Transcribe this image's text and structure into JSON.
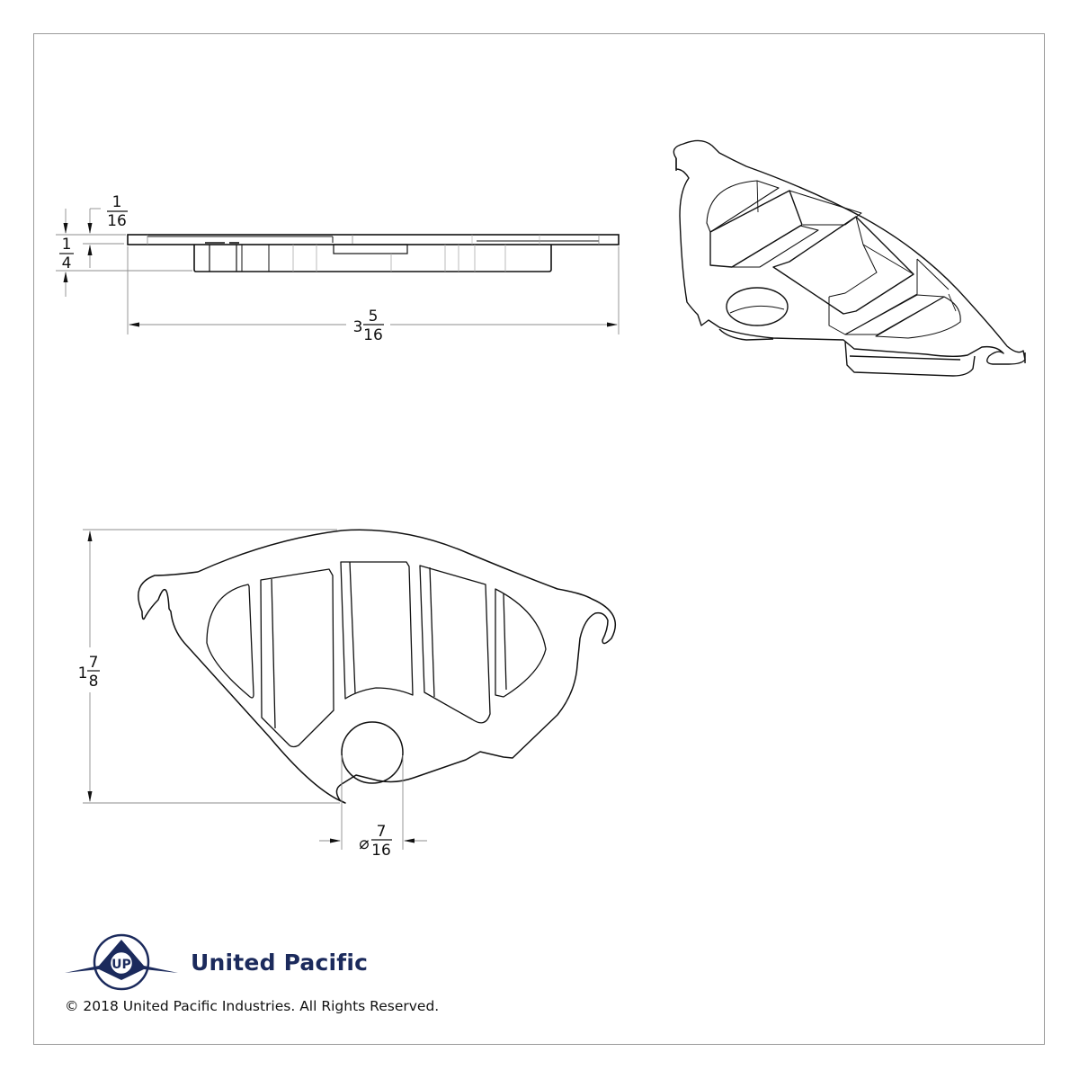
{
  "drawing": {
    "side_view": {
      "dim_top_thickness": {
        "num": "1",
        "den": "16"
      },
      "dim_total_height": {
        "num": "1",
        "den": "4"
      },
      "dim_length": {
        "whole": "3",
        "num": "5",
        "den": "16"
      }
    },
    "top_view": {
      "dim_height": {
        "whole": "1",
        "num": "7",
        "den": "8"
      },
      "dim_hole_diameter": {
        "symbol": "⌀",
        "num": "7",
        "den": "16"
      }
    },
    "isometric_view": {
      "label": "isometric-part-view"
    }
  },
  "footer": {
    "brand_name": "United Pacific",
    "logo_icon": "united-pacific-logo-icon",
    "copyright": "© 2018 United Pacific Industries. All Rights Reserved."
  },
  "colors": {
    "line": "#111111",
    "dim_line": "#8c8c8c",
    "brand": "#1b2a5c",
    "frame": "#9a9a9a"
  }
}
